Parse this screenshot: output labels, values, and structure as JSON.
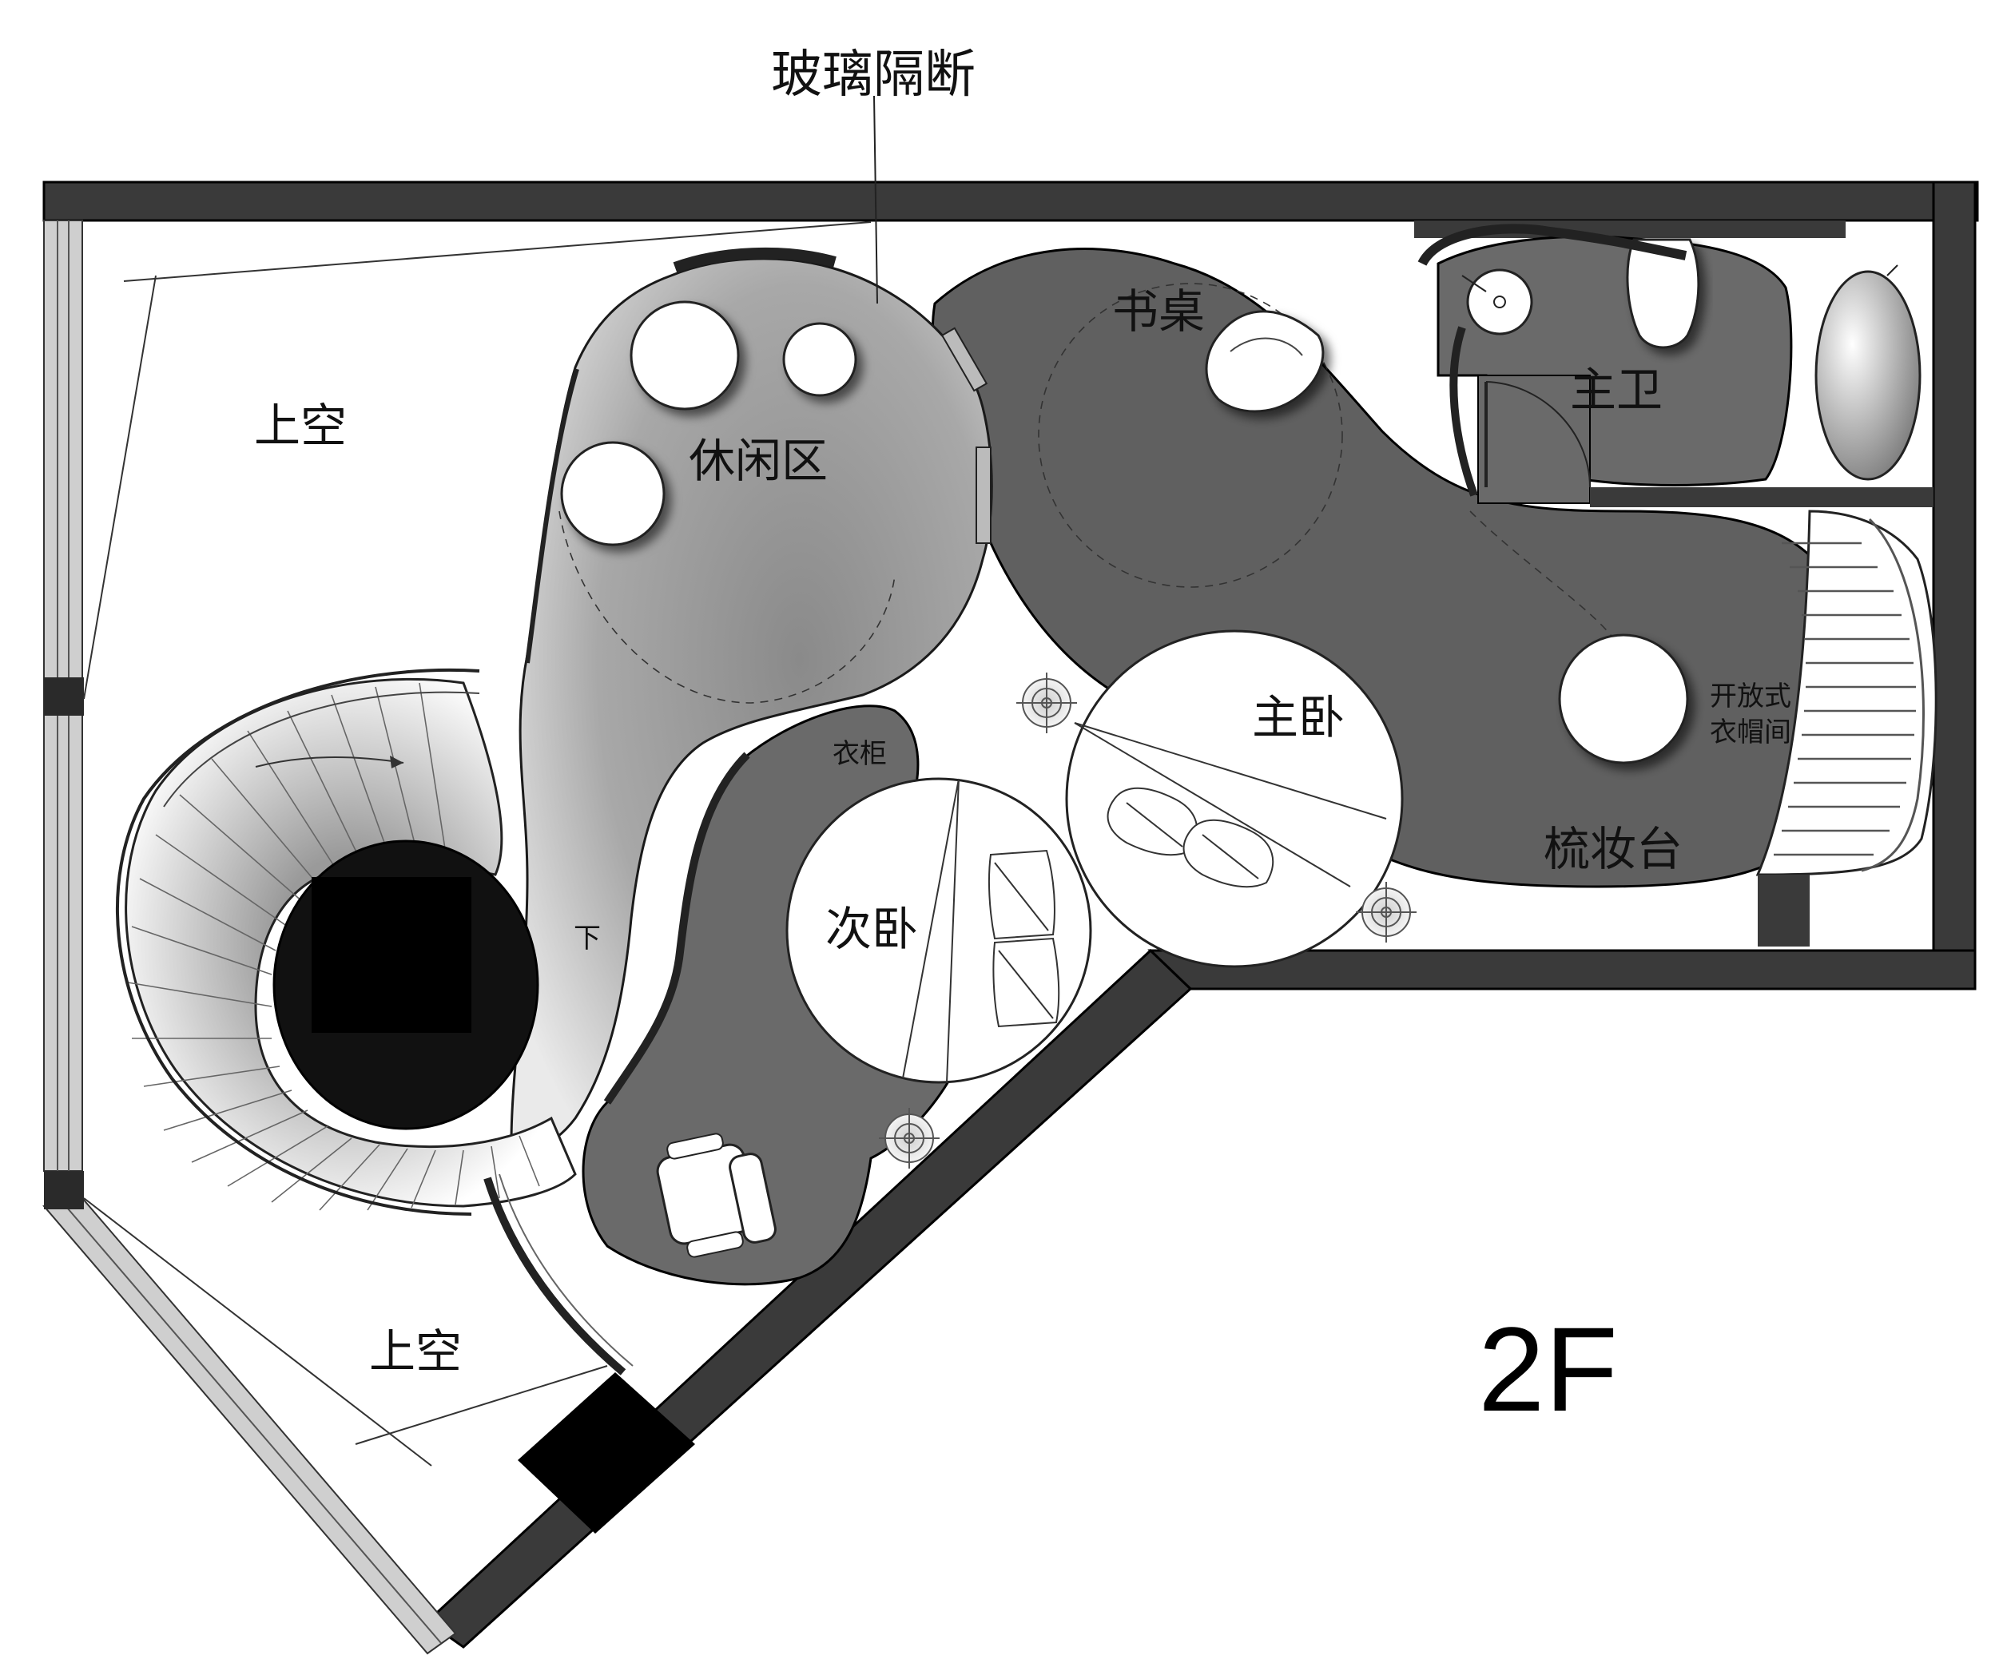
{
  "plan": {
    "floor": "2F",
    "callout": "玻璃隔断",
    "rooms": {
      "void_top": "上空",
      "void_bottom": "上空",
      "lounge": "休闲区",
      "desk": "书桌",
      "master_bath": "主卫",
      "master_bedroom": "主卧",
      "second_bedroom": "次卧",
      "wardrobe": "衣柜",
      "closet_line1": "开放式",
      "closet_line2": "衣帽间",
      "vanity": "梳妆台",
      "stair_down": "下"
    }
  }
}
